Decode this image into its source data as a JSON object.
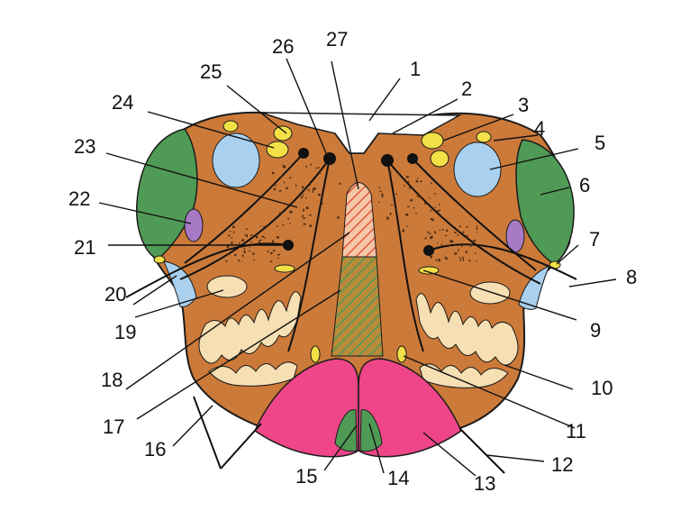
{
  "diagram": {
    "labels": [
      "1",
      "2",
      "3",
      "4",
      "5",
      "6",
      "7",
      "8",
      "9",
      "10",
      "11",
      "12",
      "13",
      "14",
      "15",
      "16",
      "17",
      "18",
      "19",
      "20",
      "21",
      "22",
      "23",
      "24",
      "25",
      "26",
      "27"
    ]
  },
  "colors": {
    "tegmentum": "#cc7a3a",
    "green": "#4f9a55",
    "blue": "#a9d0ee",
    "yellow": "#f2e046",
    "purple": "#a879c4",
    "pink": "#ee4688",
    "cream": "#f6dfb3",
    "hatch_red": "#e3583b",
    "hatch_green": "#4f9a55",
    "outline": "#1b1b1b"
  }
}
